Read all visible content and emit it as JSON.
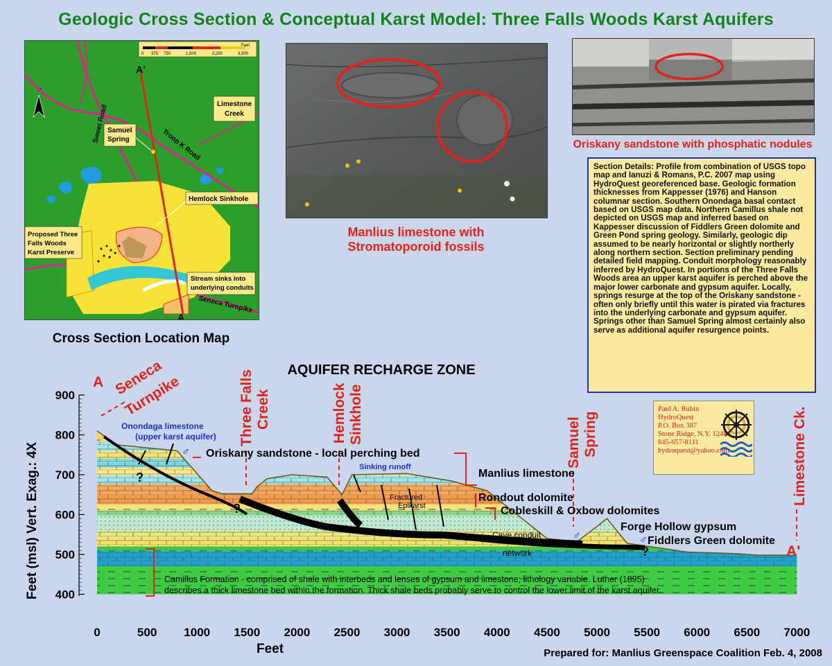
{
  "title": "Geologic Cross Section & Conceptual Karst Model: Three Falls Woods Karst Aquifers",
  "map": {
    "caption": "Cross Section Location Map",
    "scale_unit": "Feet",
    "scale_ticks": [
      "0",
      "375",
      "750",
      "1,500",
      "2,250",
      "3,000"
    ],
    "north": "N",
    "section_start": "A'",
    "section_end": "A",
    "roads": {
      "sweet": "Sweet Road",
      "troop": "Troop K Road",
      "seneca": "Seneca Turnpike"
    },
    "callouts": {
      "limestone_creek": [
        "Limestone",
        "Creek"
      ],
      "samuel_spring": [
        "Samuel",
        "Spring"
      ],
      "hemlock": "Hemlock Sinkhole",
      "preserve": [
        "Proposed Three",
        "Falls Woods",
        "Karst Preserve"
      ],
      "stream": [
        "Stream sinks into",
        "underlying conduits"
      ]
    }
  },
  "photos": {
    "manlius_caption": [
      "Manlius limestone with",
      "Stromatoporoid fossils"
    ],
    "oriskany_caption": "Oriskany sandstone with phosphatic nodules"
  },
  "section_details": "Section Details: Profile from combination of USGS topo map and Ianuzi & Romans, P.C. 2007 map using HydroQuest georeferenced base.  Geologic formation thicknesses from Kappesser (1976) and Hanson columnar section.  Southern Onondaga basal contact based on USGS map data.  Northern Camillus shale not depicted on USGS map and inferred based on Kappesser discussion of Fiddlers Green dolomite and Green Pond spring geology.  Similarly, geologic dip assumed to be nearly horizontal or slightly northerly along northern section.  Section preliminary pending detailed field mapping.  Conduit morphology reasonably inferred by HydroQuest.  In portions of the Three Falls Woods area an upper karst aquifer is perched above the major lower carbonate and gypsum aquifer.  Locally, springs resurge at the top of the Oriskany sandstone - often only briefly until this water is pirated via fractures into the underlying carbonate and gypsum aquifer.  Springs other than Samuel Spring almost certainly also serve as additional aquifer resurgence points.",
  "contact": [
    "Paul A. Rubin",
    "HydroQuest",
    "P.O. Box 387",
    "Stone Ridge, N.Y. 12484",
    "845-657-8111",
    "hydroquest@yahoo.com"
  ],
  "section": {
    "zone_title": "AQUIFER RECHARGE ZONE",
    "end_left": "A",
    "end_right": "A'",
    "y_axis_label": "Feet (msl)  Vert. Exag.: 4X",
    "x_axis_label": "Feet",
    "y_ticks": [
      "900",
      "800",
      "700",
      "600",
      "500",
      "400"
    ],
    "x_ticks": [
      "0",
      "500",
      "1000",
      "1500",
      "2000",
      "2500",
      "3000",
      "3500",
      "4000",
      "4500",
      "5000",
      "5500",
      "6000",
      "6500",
      "7000"
    ],
    "place_labels": {
      "seneca": [
        "Seneca",
        "Turnpike"
      ],
      "three_falls": [
        "Three Falls",
        "Creek"
      ],
      "hemlock": [
        "Hemlock",
        "Sinkhole"
      ],
      "samuel": [
        "Samuel",
        "Spring"
      ],
      "limestone": "Limestone Ck."
    },
    "unit_labels": {
      "onondaga": [
        "Onondaga limestone",
        "(upper karst aquifer)"
      ],
      "oriskany": "Oriskany sandstone   -   local perching bed",
      "sinking": "Sinking runoff",
      "manlius": "Manlius limestone",
      "rondout": "Rondout dolomite",
      "cobleskill": "Cobleskill & Oxbow dolomites",
      "forge": "Forge Hollow gypsum",
      "fiddlers": "Fiddlers Green dolomite",
      "fractured": [
        "Fractured",
        "Epikarst"
      ],
      "cave": [
        "Cave conduit",
        "network"
      ],
      "camillus": [
        "Camillus Formation - comprised of shale with interbeds and lenses of gypsum and limestone; lithology variable.  Luther (1895)",
        "describes a thick limestone bed within the formation.  Thick shale beds probably serve to control the lower limit of the karst aquifer."
      ]
    },
    "question": "?",
    "credit": "Prepared for: Manlius Greenspace Coalition  Feb. 4, 2008"
  },
  "colors": {
    "title_green": "#16821f",
    "label_red": "#e3221b",
    "label_blue": "#1d2fd0"
  },
  "surface_profile": [
    [
      0,
      810
    ],
    [
      200,
      775
    ],
    [
      800,
      760
    ],
    [
      1150,
      660
    ],
    [
      1250,
      652
    ],
    [
      1550,
      652
    ],
    [
      1600,
      670
    ],
    [
      1700,
      690
    ],
    [
      1950,
      700
    ],
    [
      2300,
      694
    ],
    [
      2450,
      650
    ],
    [
      2550,
      700
    ],
    [
      3100,
      703
    ],
    [
      3550,
      684
    ],
    [
      3900,
      660
    ],
    [
      4500,
      540
    ],
    [
      4800,
      532
    ],
    [
      5000,
      570
    ],
    [
      5100,
      590
    ],
    [
      5300,
      528
    ],
    [
      5900,
      506
    ],
    [
      6400,
      502
    ],
    [
      6600,
      498
    ],
    [
      7000,
      498
    ]
  ]
}
